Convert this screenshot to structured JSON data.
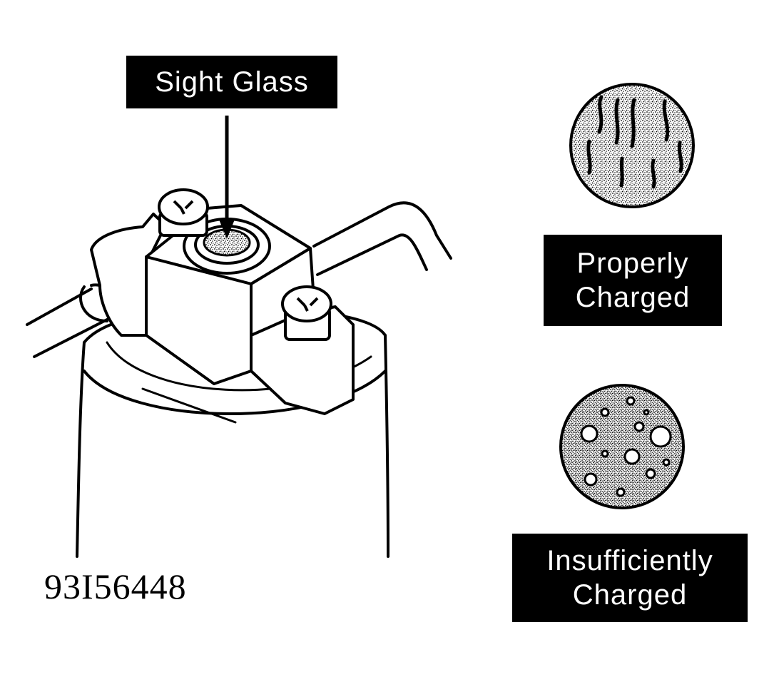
{
  "callout": {
    "sight_glass": "Sight Glass"
  },
  "states": [
    {
      "line1": "Properly",
      "line2": "Charged",
      "appearance": "streaks"
    },
    {
      "line1": "Insufficiently",
      "line2": "Charged",
      "appearance": "bubbles"
    }
  ],
  "figure_id": "93I56448",
  "colors": {
    "ink": "#000000",
    "paper": "#ffffff"
  }
}
